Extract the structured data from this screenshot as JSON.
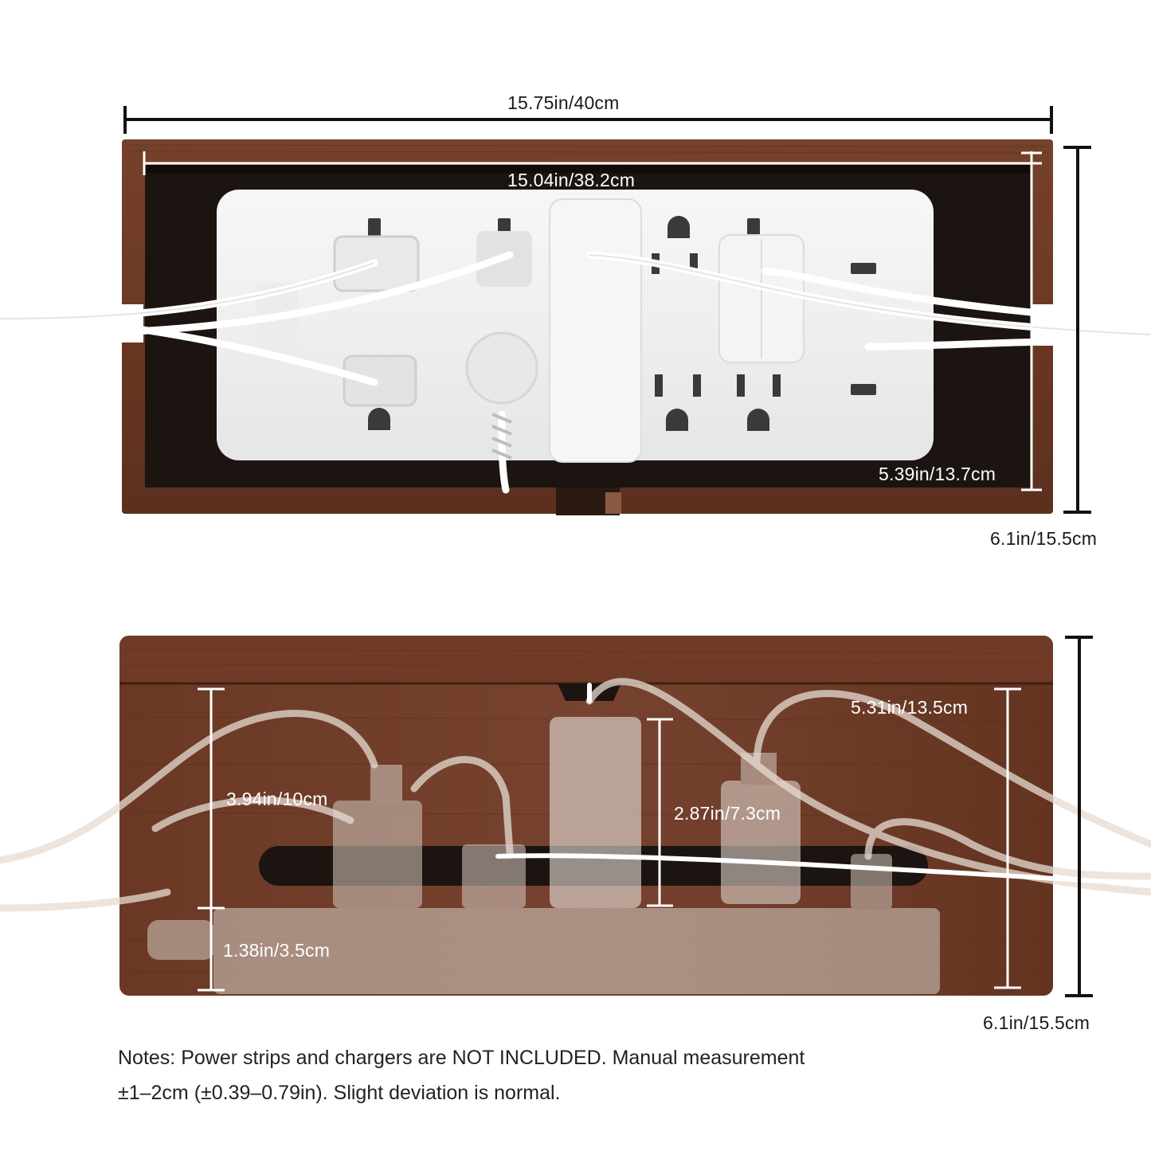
{
  "top_view": {
    "outer_width": "15.75in/40cm",
    "inner_width": "15.04in/38.2cm",
    "inner_depth": "5.39in/13.7cm",
    "outer_depth": "6.1in/15.5cm"
  },
  "front_view": {
    "inner_height": "5.31in/13.5cm",
    "slot_height": "3.94in/10cm",
    "charger_height": "2.87in/7.3cm",
    "strip_height": "1.38in/3.5cm",
    "outer_height": "6.1in/15.5cm"
  },
  "notes": {
    "line1": "Notes: Power strips and chargers are NOT INCLUDED. Manual measurement",
    "line2": "±1–2cm (±0.39–0.79in). Slight deviation is normal."
  },
  "colors": {
    "wood": "#6b3a26",
    "wood_dark": "#4e2818",
    "interior": "#1c1410",
    "strip": "#f2f2f2"
  }
}
